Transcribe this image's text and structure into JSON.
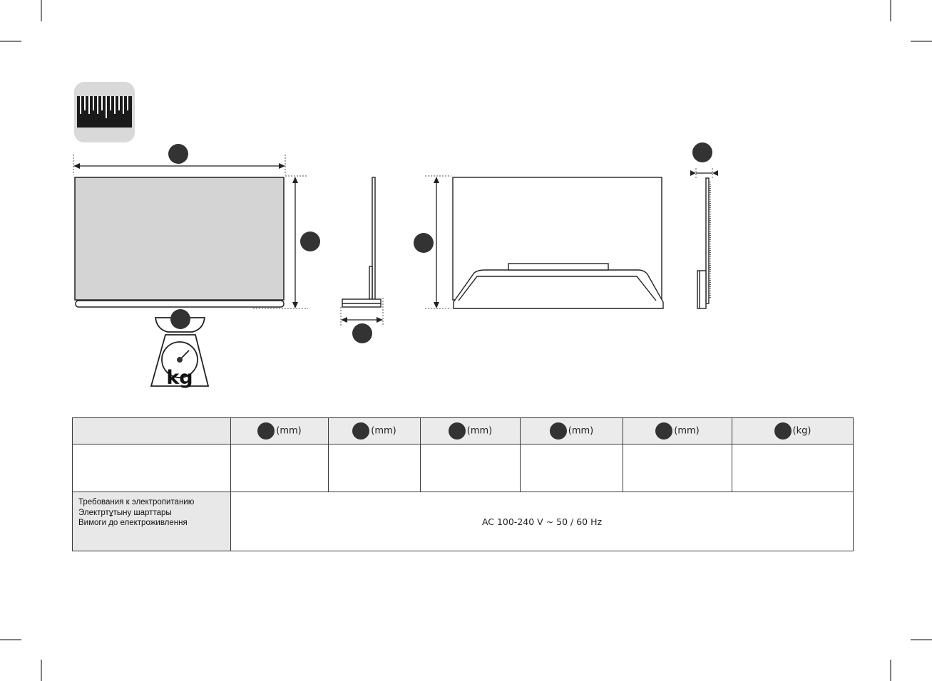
{
  "icons": {
    "ruler": "ruler-icon",
    "scale": "weight-scale-icon",
    "scale_text": "kg"
  },
  "colors": {
    "marker": "#333333",
    "screen": "#d4d4d4",
    "table_header": "#ebebeb",
    "icon_tile": "#d9d9d9"
  },
  "table": {
    "headers": [
      {
        "unit": "(mm)"
      },
      {
        "unit": "(mm)"
      },
      {
        "unit": "(mm)"
      },
      {
        "unit": "(mm)"
      },
      {
        "unit": "(mm)"
      },
      {
        "unit": "(kg)"
      }
    ],
    "power": {
      "label_lines": [
        "Требования к электропитанию",
        "Электртұтыну шарттары",
        "Вимоги до  електроживлення"
      ],
      "value": "AC 100-240 V ~ 50 / 60 Hz"
    }
  }
}
